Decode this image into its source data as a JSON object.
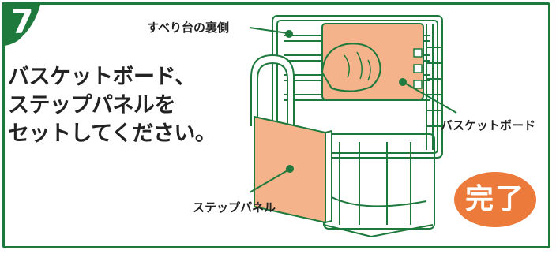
{
  "step": {
    "number": "7"
  },
  "instruction": {
    "lines": [
      "バスケットボード、",
      "ステップパネルを",
      "セットしてください。"
    ]
  },
  "labels": {
    "slide_back": "すべり台の裏側",
    "basketball_board": "バスケットボード",
    "step_panel": "ステップパネル"
  },
  "badge": {
    "done": "完了"
  },
  "colors": {
    "frame_green": "#1e7a3c",
    "panel_peach": "#f4b38a",
    "badge_orange": "#ec7a3b"
  }
}
